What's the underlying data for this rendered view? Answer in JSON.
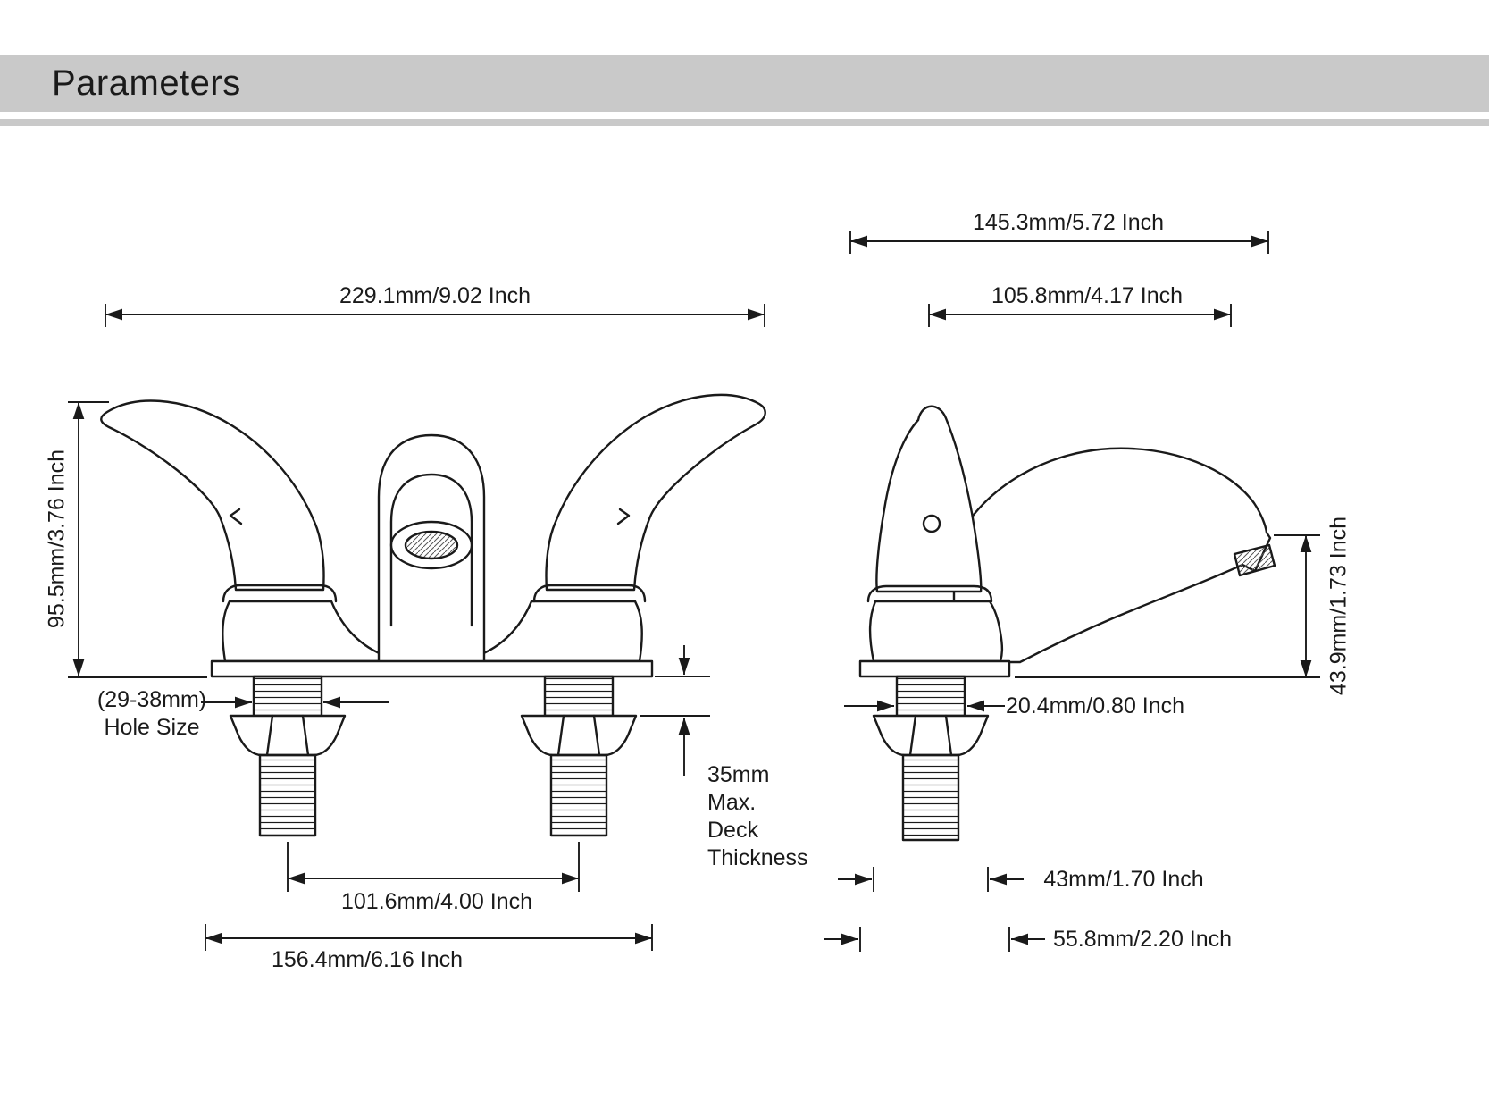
{
  "page": {
    "title": "Parameters"
  },
  "colors": {
    "header_bar": "#c9c9c9",
    "line": "#1a1a1a",
    "text": "#1a1a1a",
    "background": "#ffffff"
  },
  "front_view": {
    "dim_overall_width": "229.1mm/9.02 Inch",
    "dim_overall_height": "95.5mm/3.76 Inch",
    "hole_size": [
      "(29-38mm)",
      "Hole Size"
    ],
    "deck_thickness": [
      "35mm",
      "Max.",
      "Deck",
      "Thickness"
    ],
    "dim_faucet_centers": "101.6mm/4.00 Inch",
    "dim_base_width": "156.4mm/6.16 Inch"
  },
  "side_view": {
    "dim_overall_depth": "145.3mm/5.72 Inch",
    "dim_spout_reach": "105.8mm/4.17 Inch",
    "dim_spout_height": "43.9mm/1.73 Inch",
    "dim_shank_diameter": "20.4mm/0.80 Inch",
    "dim_nut_width": "43mm/1.70 Inch",
    "dim_base_depth": "55.8mm/2.20 Inch"
  }
}
